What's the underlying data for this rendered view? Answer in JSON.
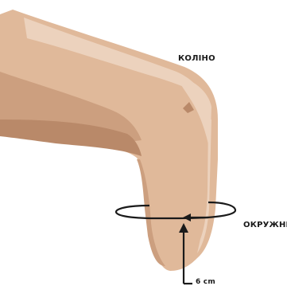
{
  "labels": {
    "knee": "КОЛІНО",
    "circumference": "ОКРУЖНІСТЬ",
    "distance": "6 cm"
  },
  "colors": {
    "skin_base": "#e0b99a",
    "skin_light": "#ecd2bd",
    "skin_shadow": "#cc9f7f",
    "skin_dark": "#b98969",
    "line": "#1a1a1a"
  }
}
